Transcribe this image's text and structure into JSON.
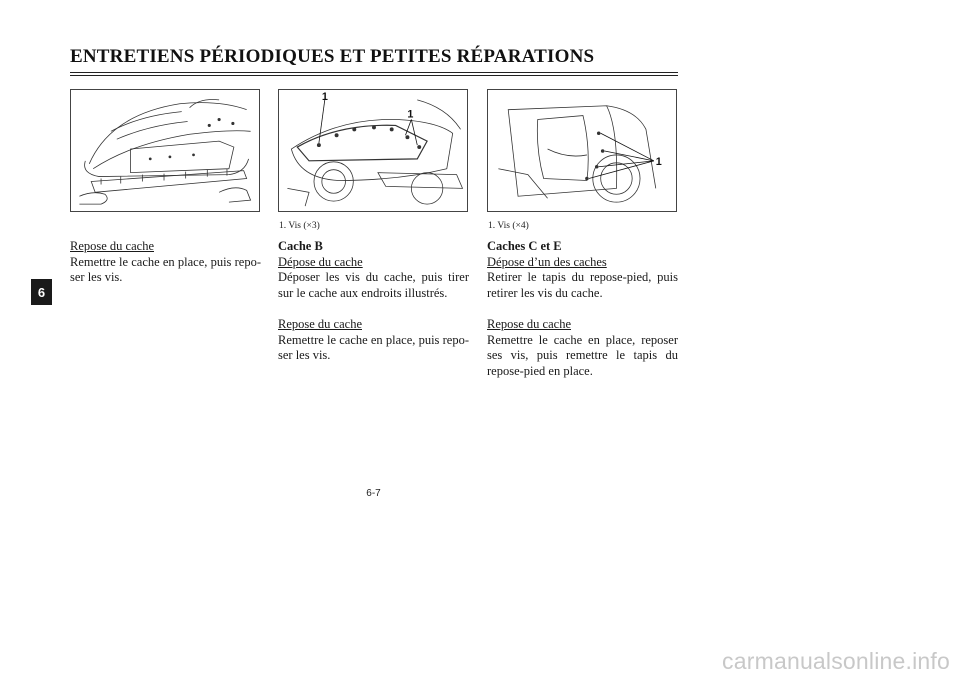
{
  "header": {
    "title": "ENTRETIENS PÉRIODIQUES ET PETITES RÉPARATIONS"
  },
  "chapter_tab": "6",
  "figures": [
    {
      "callouts": []
    },
    {
      "callouts": [
        "1",
        "1"
      ],
      "caption": "1.   Vis (×3)"
    },
    {
      "callouts": [
        "1"
      ],
      "caption": "1.   Vis (×4)"
    }
  ],
  "columns": {
    "col1": {
      "subheading": "Repose du cache",
      "text": "Remettre le cache en place, puis repo-ser les vis."
    },
    "col2": {
      "heading": "Cache B",
      "sub1": "Dépose du cache",
      "text1": "Déposer les vis du cache, puis tirer sur le cache aux endroits illustrés.",
      "sub2": "Repose du cache",
      "text2": "Remettre le cache en place, puis repo-ser les vis."
    },
    "col3": {
      "heading": "Caches C et E",
      "sub1": "Dépose d’un des caches",
      "text1": "Retirer le tapis du repose-pied, puis retirer les vis du cache.",
      "sub2": "Repose du cache",
      "text2": "Remettre le cache en place, reposer ses vis, puis remettre le tapis du repose-pied en place."
    }
  },
  "footer": {
    "page_number": "6-7"
  },
  "watermark": "carmanualsonline.info"
}
